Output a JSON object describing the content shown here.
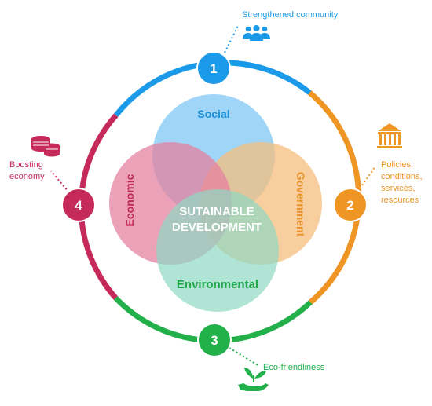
{
  "center": {
    "line1": "SUTAINABLE",
    "line2": "DEVELOPMENT"
  },
  "circles": {
    "social": {
      "label": "Social",
      "color": "#7fc8f5"
    },
    "government": {
      "label": "Government",
      "color": "#f5be7e"
    },
    "economic": {
      "label": "Economic",
      "color": "#e4819f"
    },
    "environmental": {
      "label": "Environmental",
      "color": "#8ed9c2"
    }
  },
  "ring": {
    "colors": {
      "blue": "#1a9ae8",
      "orange": "#ef9524",
      "green": "#22b04b",
      "crimson": "#c62a5b"
    }
  },
  "nodes": [
    {
      "number": "1",
      "color": "#1a9ae8"
    },
    {
      "number": "2",
      "color": "#ef9524"
    },
    {
      "number": "3",
      "color": "#22b04b"
    },
    {
      "number": "4",
      "color": "#c62a5b"
    }
  ],
  "annotations": {
    "community": {
      "text": "Strengthened community",
      "icon": "people-icon",
      "color": "#1a9ae8"
    },
    "policies": {
      "lines": [
        "Policies,",
        "conditions,",
        "services,",
        "resources"
      ],
      "icon": "government-building-icon",
      "color": "#ef9524"
    },
    "eco": {
      "text": "Eco-friendliness",
      "icon": "plant-in-hand-icon",
      "color": "#22b04b"
    },
    "economy": {
      "lines": [
        "Boosting",
        "economy"
      ],
      "icon": "coins-icon",
      "color": "#c62a5b"
    }
  }
}
